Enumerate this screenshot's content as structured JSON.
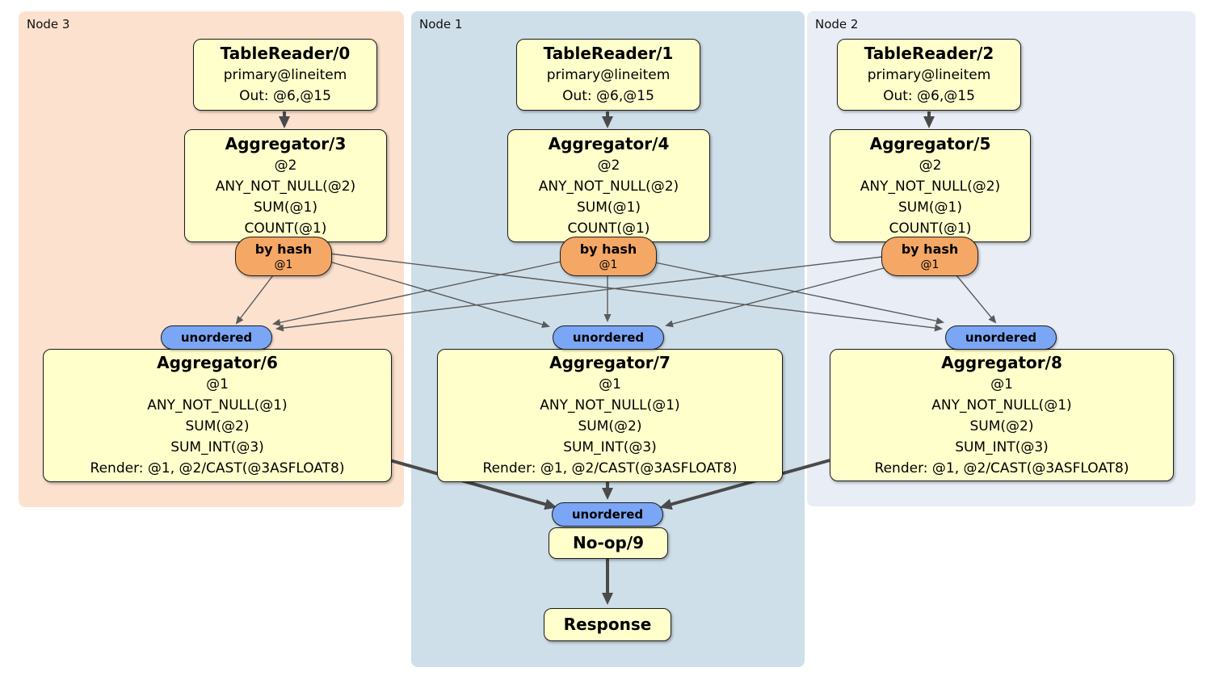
{
  "regions": [
    {
      "id": "node3",
      "label": "Node 3"
    },
    {
      "id": "node1",
      "label": "Node 1"
    },
    {
      "id": "node2",
      "label": "Node 2"
    }
  ],
  "processors": {
    "tablereader0": {
      "title": "TableReader/0",
      "lines": [
        "primary@lineitem",
        "Out: @6,@15"
      ]
    },
    "tablereader1": {
      "title": "TableReader/1",
      "lines": [
        "primary@lineitem",
        "Out: @6,@15"
      ]
    },
    "tablereader2": {
      "title": "TableReader/2",
      "lines": [
        "primary@lineitem",
        "Out: @6,@15"
      ]
    },
    "aggregator3": {
      "title": "Aggregator/3",
      "lines": [
        "@2",
        "ANY_NOT_NULL(@2)",
        "SUM(@1)",
        "COUNT(@1)"
      ]
    },
    "aggregator4": {
      "title": "Aggregator/4",
      "lines": [
        "@2",
        "ANY_NOT_NULL(@2)",
        "SUM(@1)",
        "COUNT(@1)"
      ]
    },
    "aggregator5": {
      "title": "Aggregator/5",
      "lines": [
        "@2",
        "ANY_NOT_NULL(@2)",
        "SUM(@1)",
        "COUNT(@1)"
      ]
    },
    "aggregator6": {
      "title": "Aggregator/6",
      "lines": [
        "@1",
        "ANY_NOT_NULL(@1)",
        "SUM(@2)",
        "SUM_INT(@3)",
        "Render: @1, @2/CAST(@3ASFLOAT8)"
      ]
    },
    "aggregator7": {
      "title": "Aggregator/7",
      "lines": [
        "@1",
        "ANY_NOT_NULL(@1)",
        "SUM(@2)",
        "SUM_INT(@3)",
        "Render: @1, @2/CAST(@3ASFLOAT8)"
      ]
    },
    "aggregator8": {
      "title": "Aggregator/8",
      "lines": [
        "@1",
        "ANY_NOT_NULL(@1)",
        "SUM(@2)",
        "SUM_INT(@3)",
        "Render: @1, @2/CAST(@3ASFLOAT8)"
      ]
    },
    "noop9": {
      "title": "No-op/9"
    },
    "response": {
      "title": "Response"
    }
  },
  "routers": [
    {
      "node": "node3",
      "label": "by hash",
      "detail": "@1"
    },
    {
      "node": "node1",
      "label": "by hash",
      "detail": "@1"
    },
    {
      "node": "node2",
      "label": "by hash",
      "detail": "@1"
    }
  ],
  "syncs": [
    {
      "node": "node3",
      "label": "unordered"
    },
    {
      "node": "node1",
      "label": "unordered"
    },
    {
      "node": "node2",
      "label": "unordered"
    },
    {
      "node": "node1-final",
      "label": "unordered"
    }
  ],
  "edges": [
    {
      "from": "TableReader/0",
      "to": "Aggregator/3",
      "style": "thick"
    },
    {
      "from": "TableReader/1",
      "to": "Aggregator/4",
      "style": "thick"
    },
    {
      "from": "TableReader/2",
      "to": "Aggregator/5",
      "style": "thick"
    },
    {
      "from": "by hash (node3)",
      "to": "unordered (node3)",
      "style": "thin"
    },
    {
      "from": "by hash (node3)",
      "to": "unordered (node1)",
      "style": "thin"
    },
    {
      "from": "by hash (node3)",
      "to": "unordered (node2)",
      "style": "thin"
    },
    {
      "from": "by hash (node1)",
      "to": "unordered (node3)",
      "style": "thin"
    },
    {
      "from": "by hash (node1)",
      "to": "unordered (node1)",
      "style": "thin"
    },
    {
      "from": "by hash (node1)",
      "to": "unordered (node2)",
      "style": "thin"
    },
    {
      "from": "by hash (node2)",
      "to": "unordered (node3)",
      "style": "thin"
    },
    {
      "from": "by hash (node2)",
      "to": "unordered (node1)",
      "style": "thin"
    },
    {
      "from": "by hash (node2)",
      "to": "unordered (node2)",
      "style": "thin"
    },
    {
      "from": "Aggregator/6",
      "to": "unordered (final)",
      "style": "thick"
    },
    {
      "from": "Aggregator/7",
      "to": "unordered (final)",
      "style": "thick"
    },
    {
      "from": "Aggregator/8",
      "to": "unordered (final)",
      "style": "thick"
    },
    {
      "from": "No-op/9",
      "to": "Response",
      "style": "thick"
    }
  ],
  "colors": {
    "node3_bg": "#fce1cf",
    "node1_bg": "#cfdfe9",
    "node2_bg": "#e9edf6",
    "box_fill": "#ffffcc",
    "box_border": "#1c1c1c",
    "router_fill": "#f5a766",
    "sync_fill": "#7aa6f5",
    "edge_thin": "#5a5a5a",
    "edge_thick": "#4a4a4a"
  }
}
